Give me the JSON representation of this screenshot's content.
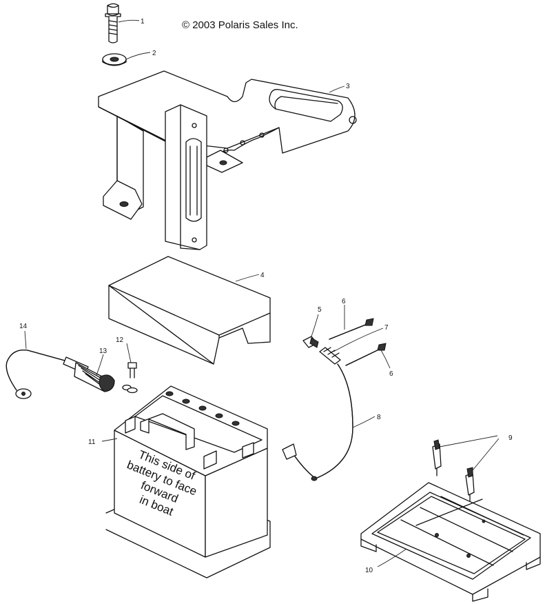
{
  "copyright": "© 2003 Polaris Sales Inc.",
  "battery_label": [
    "This side of",
    "battery to face",
    "forward",
    "in boat"
  ],
  "callouts": {
    "c1": "1",
    "c2": "2",
    "c3": "3",
    "c4": "4",
    "c5": "5",
    "c6a": "6",
    "c6b": "6",
    "c7": "7",
    "c8": "8",
    "c9": "9",
    "c10": "10",
    "c11": "11",
    "c12": "12",
    "c13": "13",
    "c14": "14"
  }
}
